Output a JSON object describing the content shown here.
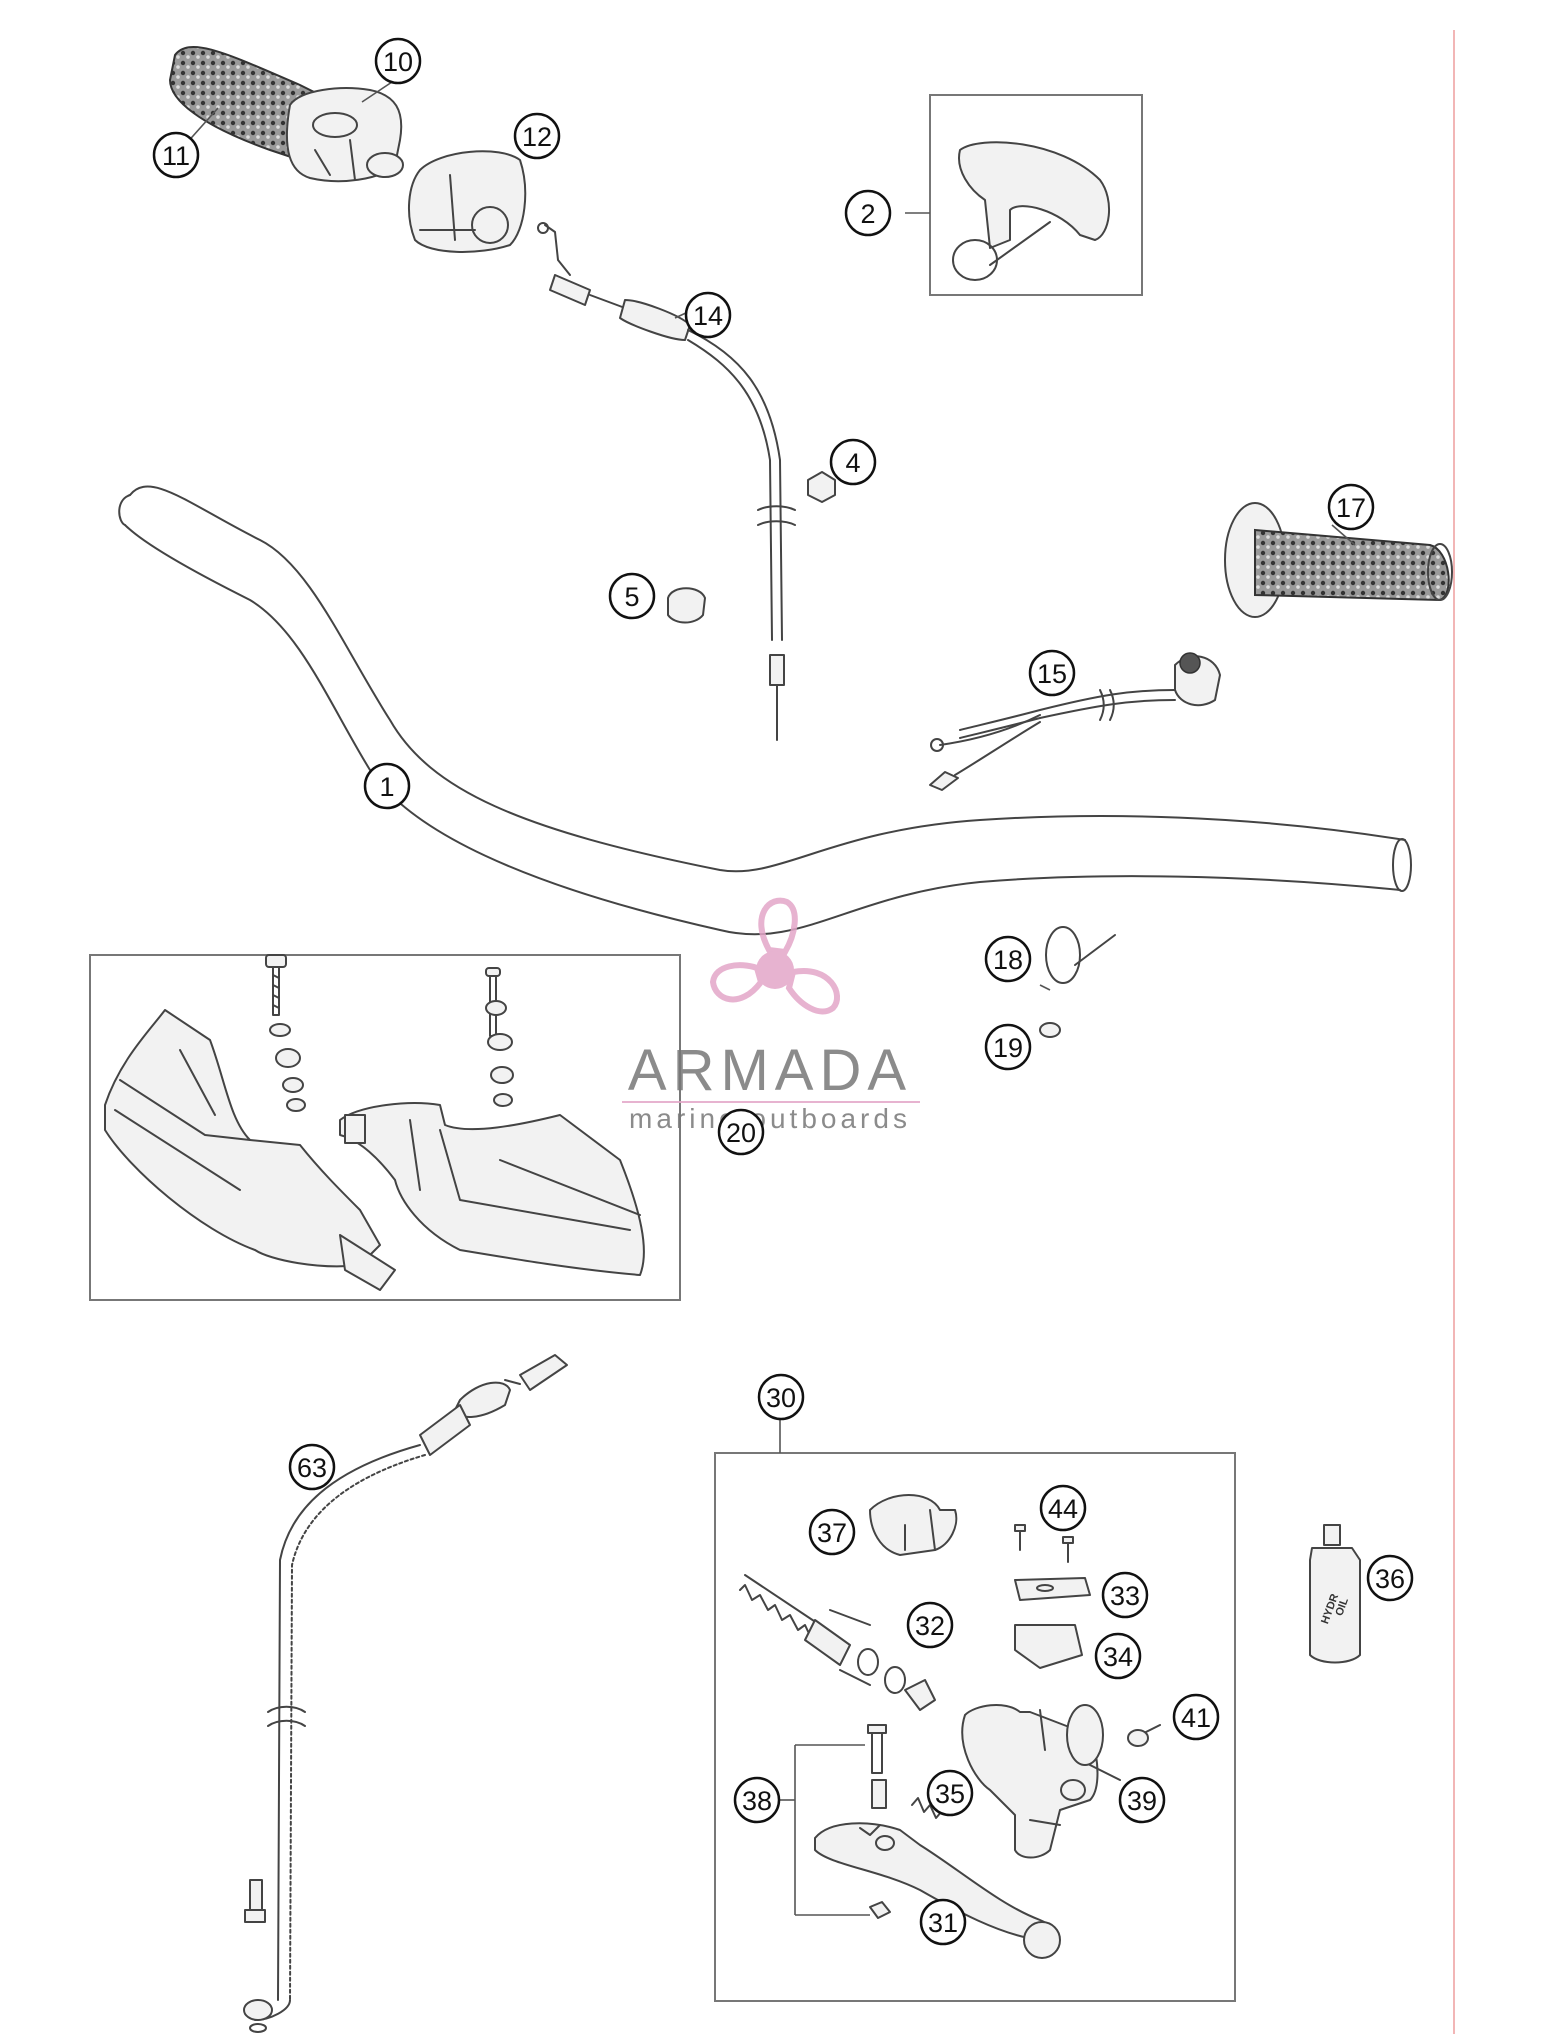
{
  "callouts": [
    {
      "id": "1",
      "label": "1"
    },
    {
      "id": "2",
      "label": "2"
    },
    {
      "id": "4",
      "label": "4"
    },
    {
      "id": "5",
      "label": "5"
    },
    {
      "id": "10",
      "label": "10"
    },
    {
      "id": "11",
      "label": "11"
    },
    {
      "id": "12",
      "label": "12"
    },
    {
      "id": "14",
      "label": "14"
    },
    {
      "id": "15",
      "label": "15"
    },
    {
      "id": "17",
      "label": "17"
    },
    {
      "id": "18",
      "label": "18"
    },
    {
      "id": "19",
      "label": "19"
    },
    {
      "id": "20",
      "label": "20"
    },
    {
      "id": "30",
      "label": "30"
    },
    {
      "id": "31",
      "label": "31"
    },
    {
      "id": "32",
      "label": "32"
    },
    {
      "id": "33",
      "label": "33"
    },
    {
      "id": "34",
      "label": "34"
    },
    {
      "id": "35",
      "label": "35"
    },
    {
      "id": "36",
      "label": "36"
    },
    {
      "id": "37",
      "label": "37"
    },
    {
      "id": "38",
      "label": "38"
    },
    {
      "id": "39",
      "label": "39"
    },
    {
      "id": "41",
      "label": "41"
    },
    {
      "id": "44",
      "label": "44"
    },
    {
      "id": "63",
      "label": "63"
    }
  ],
  "bottle": {
    "line1": "HYDR",
    "line2": "OIL"
  },
  "watermark": {
    "brand": "ARMADA",
    "tagline": "marine outboards",
    "color": "#e3a6c8"
  },
  "colors": {
    "line": "#444444",
    "accent_rule": "#f2b6b6"
  }
}
